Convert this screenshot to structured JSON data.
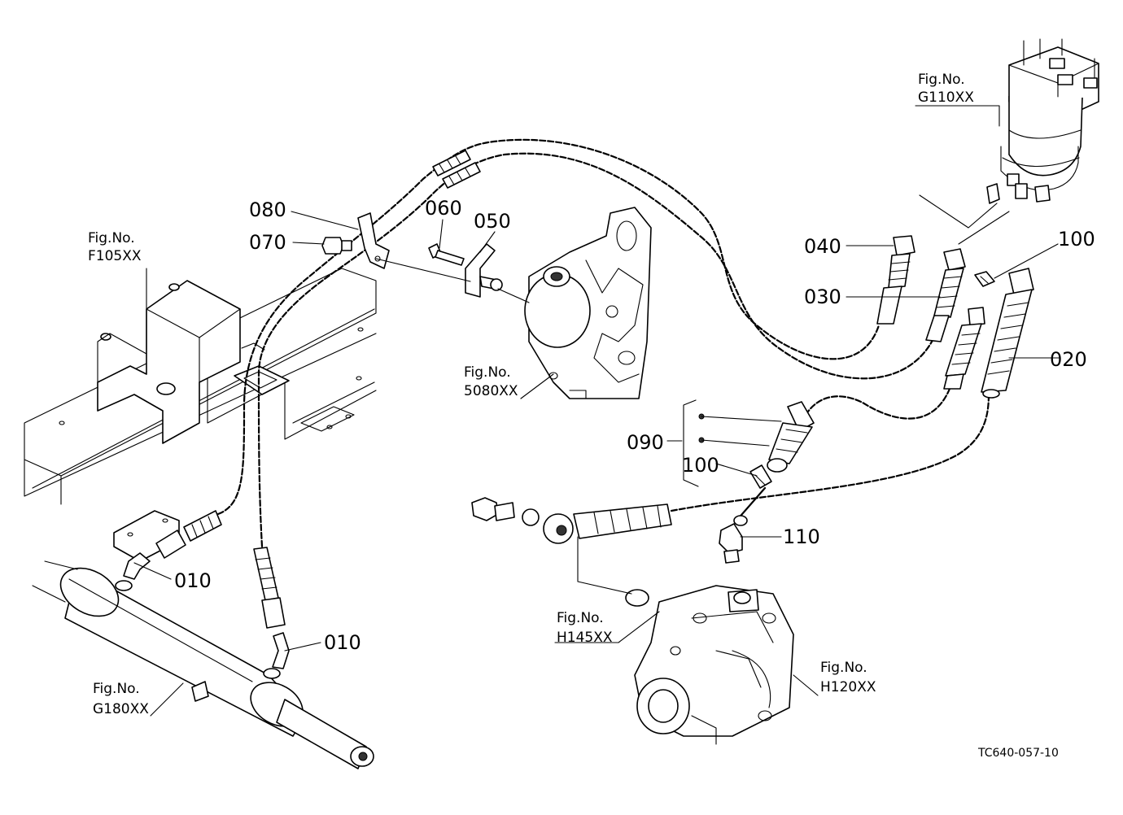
{
  "labels": {
    "p010a": "010",
    "p010b": "010",
    "p020": "020",
    "p030": "030",
    "p040": "040",
    "p050": "050",
    "p060": "060",
    "p070": "070",
    "p080": "080",
    "p090": "090",
    "p100a": "100",
    "p100b": "100",
    "p110": "110"
  },
  "figrefs": {
    "f105": {
      "line1": "Fig.No.",
      "line2": "F105XX"
    },
    "g110": {
      "line1": "Fig.No.",
      "line2": "G110XX"
    },
    "s5080": {
      "line1": "Fig.No.",
      "line2": "5080XX"
    },
    "h145": {
      "line1": "Fig.No.",
      "line2": "H145XX"
    },
    "h120": {
      "line1": "Fig.No.",
      "line2": "H120XX"
    },
    "g180": {
      "line1": "Fig.No.",
      "line2": "G180XX"
    }
  },
  "drawing_code": "TC640-057-10"
}
